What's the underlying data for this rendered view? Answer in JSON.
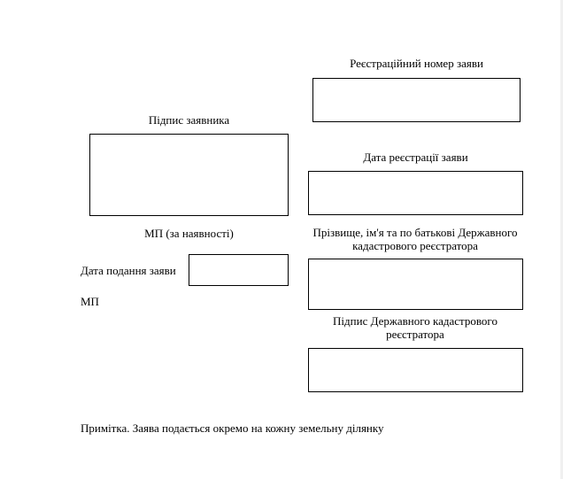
{
  "form": {
    "registration_number_label": "Реєстраційний номер заяви",
    "applicant_signature_label": "Підпис заявника",
    "registration_date_label": "Дата реєстрації заяви",
    "stamp_if_any_label": "МП (за наявності)",
    "registrar_name_label_line1": "Прізвище, ім'я та по батькові Державного",
    "registrar_name_label_line2": "кадастрового реєстратора",
    "submission_date_label": "Дата подання заяви",
    "stamp_label": "МП",
    "registrar_signature_label_line1": "Підпис Державного кадастрового",
    "registrar_signature_label_line2": "реєстратора",
    "note": "Примітка. Заява подається окремо на кожну земельну ділянку"
  }
}
